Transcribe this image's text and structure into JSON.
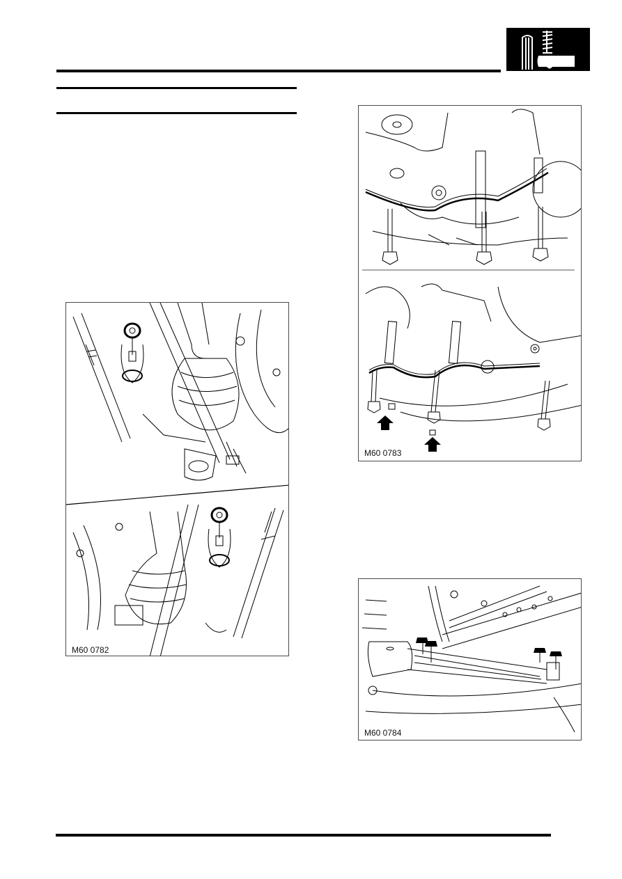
{
  "header": {
    "section_icon": "suspension-section-icon"
  },
  "left_column": {
    "heading_rules": 2
  },
  "figures": [
    {
      "id": "fig-left",
      "label": "M60 0782",
      "description": "Front suspension lower arm ball joint nut and drive shaft, two views"
    },
    {
      "id": "fig-right-top",
      "label": "M60 0783",
      "description": "Subframe bolts and stabilizer bar, two views with arrows"
    },
    {
      "id": "fig-right-bottom",
      "label": "M60 0784",
      "description": "Steering rack mounting bolts"
    }
  ],
  "colors": {
    "ink": "#000000",
    "frame": "#4a4a4a",
    "paper": "#ffffff"
  }
}
